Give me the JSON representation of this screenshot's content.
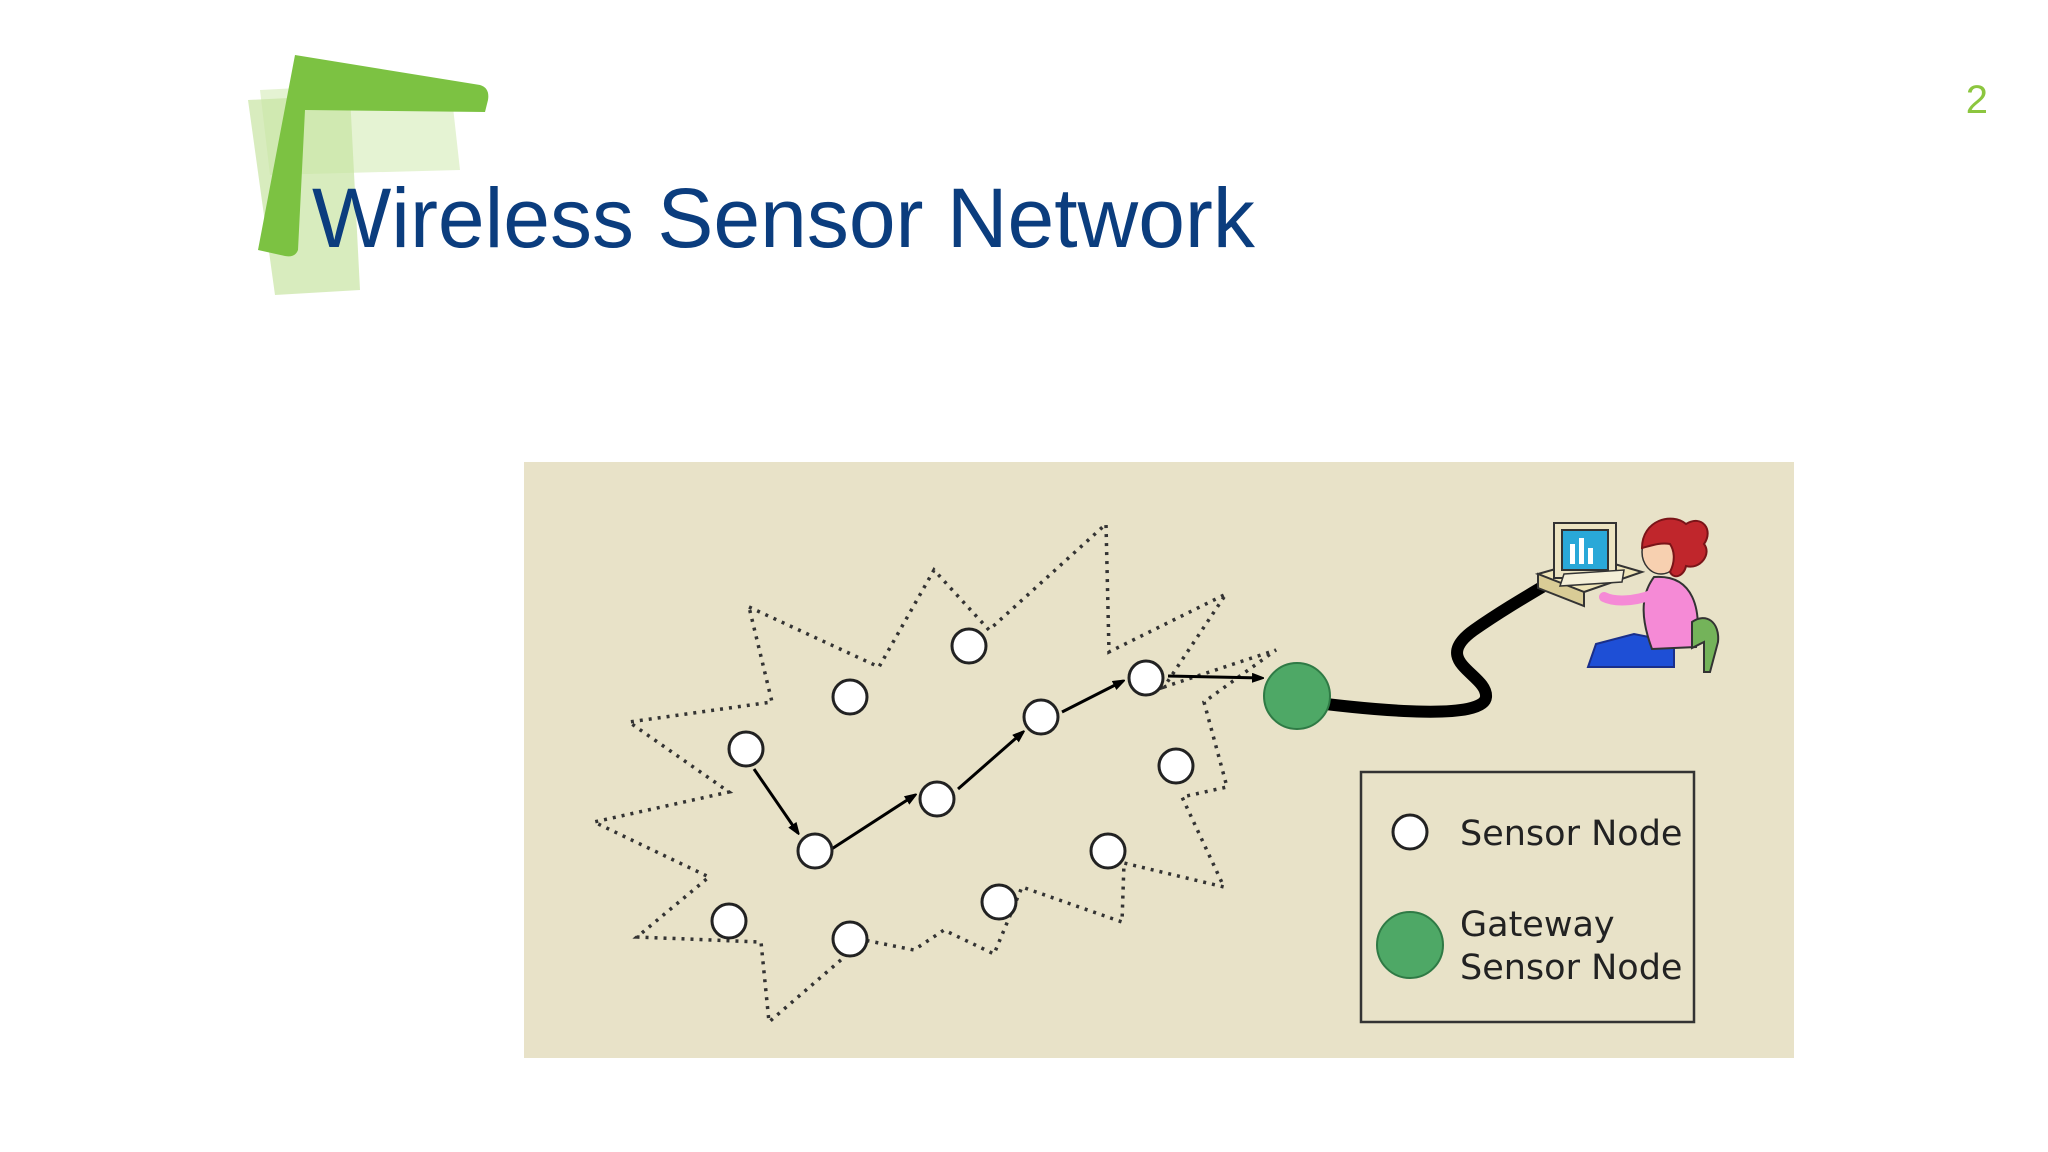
{
  "slide": {
    "page_number": "2",
    "title": "Wireless Sensor Network"
  },
  "diagram": {
    "colors": {
      "panel_background": "#e8e2c8",
      "sensor_node_fill": "#ffffff",
      "gateway_fill": "#4ea866",
      "title_color": "#0b3d7e",
      "accent_green": "#8cc63f"
    },
    "legend": {
      "sensor_node_label": "Sensor Node",
      "gateway_label_line1": "Gateway",
      "gateway_label_line2": "Sensor Node"
    },
    "icons": [
      "user-at-computer-icon"
    ]
  }
}
